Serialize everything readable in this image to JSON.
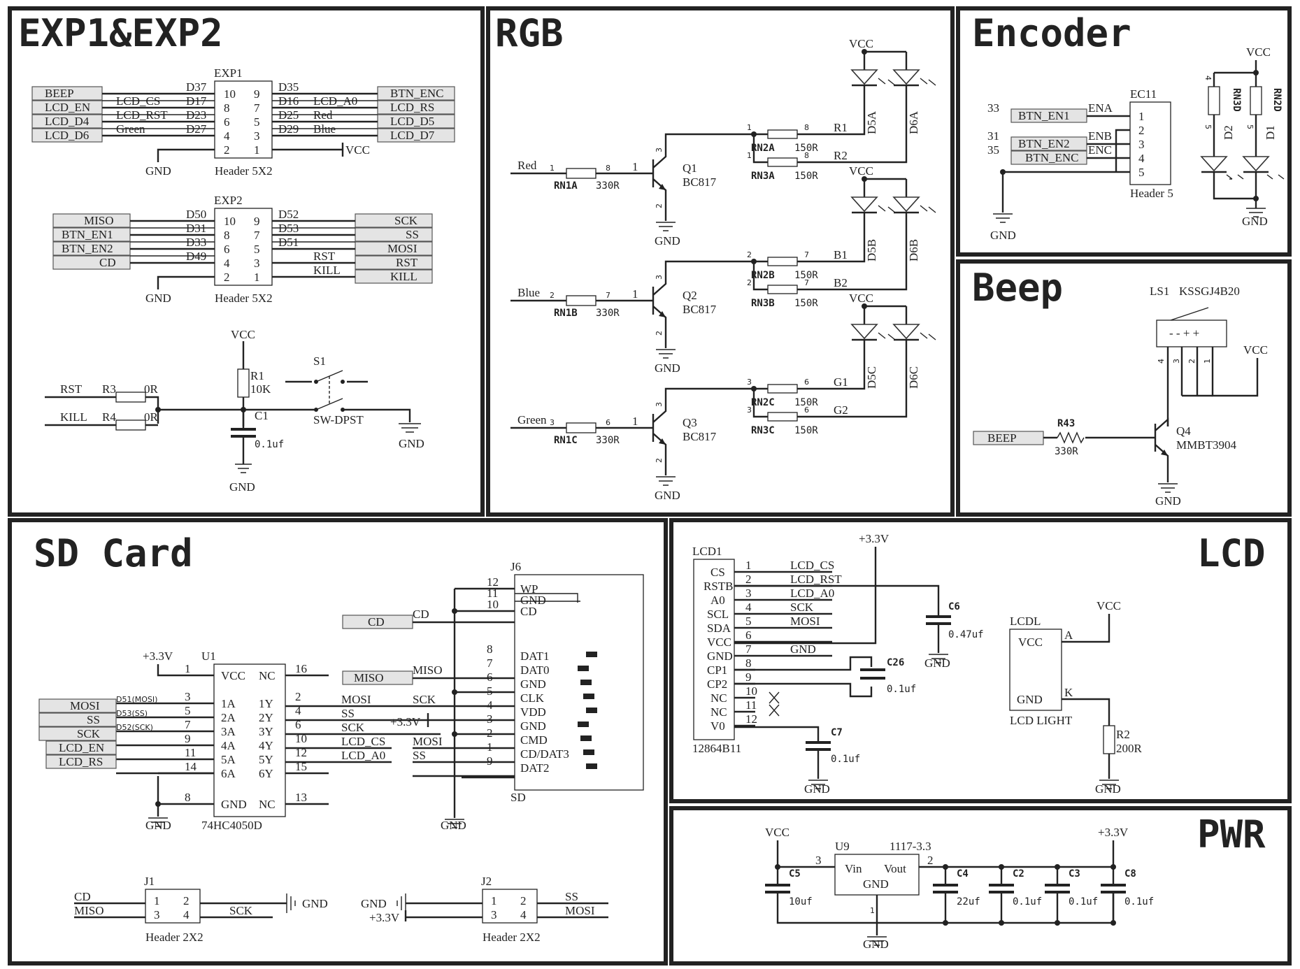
{
  "panels": {
    "exp": "EXP1&EXP2",
    "rgb": "RGB",
    "encoder": "Encoder",
    "beep": "Beep",
    "sd": "SD Card",
    "lcd": "LCD",
    "pwr": "PWR"
  },
  "exp1": {
    "ref": "EXP1",
    "footprint": "Header 5X2",
    "left_ports": [
      "BEEP",
      "LCD_EN",
      "LCD_D4",
      "LCD_D6"
    ],
    "right_ports": [
      "BTN_ENC",
      "LCD_RS",
      "LCD_D5",
      "LCD_D7"
    ],
    "left_pins": [
      "10",
      "8",
      "6",
      "4",
      "2"
    ],
    "right_pins": [
      "9",
      "7",
      "5",
      "3",
      "1"
    ],
    "left_d": [
      "D37",
      "D17",
      "D23",
      "D27"
    ],
    "right_d": [
      "D35",
      "D16",
      "D25",
      "D29"
    ],
    "left_nets": [
      "LCD_CS",
      "LCD_RST",
      "Green"
    ],
    "right_nets": [
      "LCD_A0",
      "Red",
      "Blue"
    ],
    "vcc": "VCC",
    "gnd": "GND"
  },
  "exp2": {
    "ref": "EXP2",
    "footprint": "Header 5X2",
    "left_ports": [
      "MISO",
      "BTN_EN1",
      "BTN_EN2",
      "CD"
    ],
    "right_ports": [
      "SCK",
      "SS",
      "MOSI",
      "RST",
      "KILL"
    ],
    "left_pins": [
      "10",
      "8",
      "6",
      "4",
      "2"
    ],
    "right_pins": [
      "9",
      "7",
      "5",
      "3",
      "1"
    ],
    "left_d": [
      "D50",
      "D31",
      "D33",
      "D49"
    ],
    "right_d": [
      "D52",
      "D53",
      "D51"
    ],
    "right_nets": [
      "RST",
      "KILL"
    ],
    "gnd": "GND"
  },
  "reset": {
    "vcc": "VCC",
    "r1": "R1",
    "r1v": "10K",
    "c1": "C1",
    "c1v": "0.1uf",
    "s1": "S1",
    "s1v": "SW-DPST",
    "rst": "RST",
    "kill": "KILL",
    "r3": "R3",
    "r4": "R4",
    "r3v": "0R",
    "r4v": "0R",
    "gnd": "GND"
  },
  "rgb": {
    "vcc": "VCC",
    "gnd": "GND",
    "rows": [
      {
        "in": "Red",
        "in_pin": "1",
        "rn_in": "RN1A",
        "rn_in_pin": "8",
        "r_in": "330R",
        "q": "Q1",
        "qv": "BC817",
        "rn_a": "RN2A",
        "rn_b": "RN3A",
        "r": "150R",
        "pa": "1",
        "pb": "1",
        "pa2": "8",
        "pb2": "8",
        "net_a": "R1",
        "net_b": "R2",
        "led_a": "D5A",
        "led_b": "D6A"
      },
      {
        "in": "Blue",
        "in_pin": "2",
        "rn_in": "RN1B",
        "rn_in_pin": "7",
        "r_in": "330R",
        "q": "Q2",
        "qv": "BC817",
        "rn_a": "RN2B",
        "rn_b": "RN3B",
        "r": "150R",
        "pa": "2",
        "pb": "2",
        "pa2": "7",
        "pb2": "7",
        "net_a": "B1",
        "net_b": "B2",
        "led_a": "D5B",
        "led_b": "D6B"
      },
      {
        "in": "Green",
        "in_pin": "3",
        "rn_in": "RN1C",
        "rn_in_pin": "6",
        "r_in": "330R",
        "q": "Q3",
        "qv": "BC817",
        "rn_a": "RN2C",
        "rn_b": "RN3C",
        "r": "150R",
        "pa": "3",
        "pb": "3",
        "pa2": "6",
        "pb2": "6",
        "net_a": "G1",
        "net_b": "G2",
        "led_a": "D5C",
        "led_b": "D6C"
      }
    ],
    "pin_b": "1",
    "pin_c": "3",
    "pin_e": "2"
  },
  "encoder": {
    "ref": "EC11",
    "footprint": "Header 5",
    "pins": [
      "1",
      "2",
      "3",
      "4",
      "5"
    ],
    "ports": [
      "BTN_EN1",
      "BTN_EN2",
      "BTN_ENC"
    ],
    "nets": [
      "ENA",
      "ENB",
      "ENC"
    ],
    "d": [
      "33",
      "31",
      "35"
    ],
    "gnd": "GND",
    "vcc": "VCC",
    "rn_a": "RN3D",
    "rn_b": "RN2D",
    "d1": "D1",
    "d2": "D2",
    "p4": "4",
    "p5": "5",
    "p5b": "5"
  },
  "beep": {
    "ls": "LS1",
    "lsv": "KSSGJ4B20",
    "pins": [
      "4",
      "3",
      "2",
      "1"
    ],
    "marks": "- - + +",
    "vcc": "VCC",
    "port": "BEEP",
    "r": "R43",
    "rv": "330R",
    "q": "Q4",
    "qv": "MMBT3904",
    "gnd": "GND"
  },
  "sd": {
    "u1": "U1",
    "u1v": "74HC4050D",
    "v33": "+3.3V",
    "gnd": "GND",
    "u1_left_pins": [
      "1",
      "3",
      "5",
      "7",
      "9",
      "11",
      "14",
      "8"
    ],
    "u1_left_names": [
      "VCC",
      "1A",
      "2A",
      "3A",
      "4A",
      "5A",
      "6A",
      "GND"
    ],
    "u1_right_pins": [
      "16",
      "2",
      "4",
      "6",
      "10",
      "12",
      "15",
      "13"
    ],
    "u1_right_names": [
      "NC",
      "1Y",
      "2Y",
      "3Y",
      "4Y",
      "5Y",
      "6Y",
      "NC"
    ],
    "in_ports": [
      "MOSI",
      "SS",
      "SCK",
      "LCD_EN",
      "LCD_RS"
    ],
    "in_d": [
      "D51(MOSI)",
      "D53(SS)",
      "D52(SCK)"
    ],
    "out_nets": [
      "MOSI",
      "SS",
      "SCK",
      "LCD_CS",
      "LCD_A0"
    ],
    "j6": "J6",
    "j6v": "SD",
    "j6_pins": [
      "12",
      "11",
      "10",
      "8",
      "7",
      "6",
      "5",
      "4",
      "3",
      "2",
      "1",
      "9"
    ],
    "j6_names": [
      "WP",
      "GND",
      "CD",
      "DAT1",
      "DAT0",
      "GND",
      "CLK",
      "VDD",
      "GND",
      "CMD",
      "CD/DAT3",
      "DAT2"
    ],
    "cd_port": "CD",
    "cd_net": "CD",
    "miso_port": "MISO",
    "miso_net": "MISO",
    "nets_mid": [
      "SCK",
      "+3.3V",
      "MOSI",
      "SS"
    ],
    "j1": "J1",
    "j1v": "Header 2X2",
    "j1_left": [
      "CD",
      "MISO"
    ],
    "j1_right": "SCK",
    "j1_gnd": "GND",
    "j2": "J2",
    "j2v": "Header 2X2",
    "j2_left": [
      "GND",
      "+3.3V"
    ],
    "j2_right": [
      "SS",
      "MOSI"
    ],
    "hdr_pins": [
      "1",
      "2",
      "3",
      "4"
    ]
  },
  "lcd": {
    "ref": "LCD1",
    "refv": "12864B11",
    "pins": [
      "1",
      "2",
      "3",
      "4",
      "5",
      "6",
      "7",
      "8",
      "9",
      "10",
      "11",
      "12"
    ],
    "names": [
      "CS",
      "RSTB",
      "A0",
      "SCL",
      "SDA",
      "VCC",
      "GND",
      "CP1",
      "CP2",
      "NC",
      "NC",
      "V0"
    ],
    "nets": [
      "LCD_CS",
      "LCD_RST",
      "LCD_A0",
      "SCK",
      "MOSI",
      "",
      "GND"
    ],
    "v33": "+3.3V",
    "c6": "C6",
    "c6v": "0.47uf",
    "c26": "C26",
    "c26v": "0.1uf",
    "c7": "C7",
    "c7v": "0.1uf",
    "gnd": "GND",
    "light": "LCDL",
    "lightv": "LCD LIGHT",
    "light_pins": [
      "VCC",
      "GND"
    ],
    "light_nets": [
      "A",
      "K"
    ],
    "vcc": "VCC",
    "r2": "R2",
    "r2v": "200R"
  },
  "pwr": {
    "vcc": "VCC",
    "v33": "+3.3V",
    "u9": "U9",
    "u9v": "1117-3.3",
    "vin": "Vin",
    "vout": "Vout",
    "gndpin": "GND",
    "p_in": "3",
    "p_out": "2",
    "p_gnd": "1",
    "gnd": "GND",
    "caps": [
      {
        "ref": "C5",
        "v": "10uf"
      },
      {
        "ref": "C4",
        "v": "22uf"
      },
      {
        "ref": "C2",
        "v": "0.1uf"
      },
      {
        "ref": "C3",
        "v": "0.1uf"
      },
      {
        "ref": "C8",
        "v": "0.1uf"
      }
    ]
  }
}
